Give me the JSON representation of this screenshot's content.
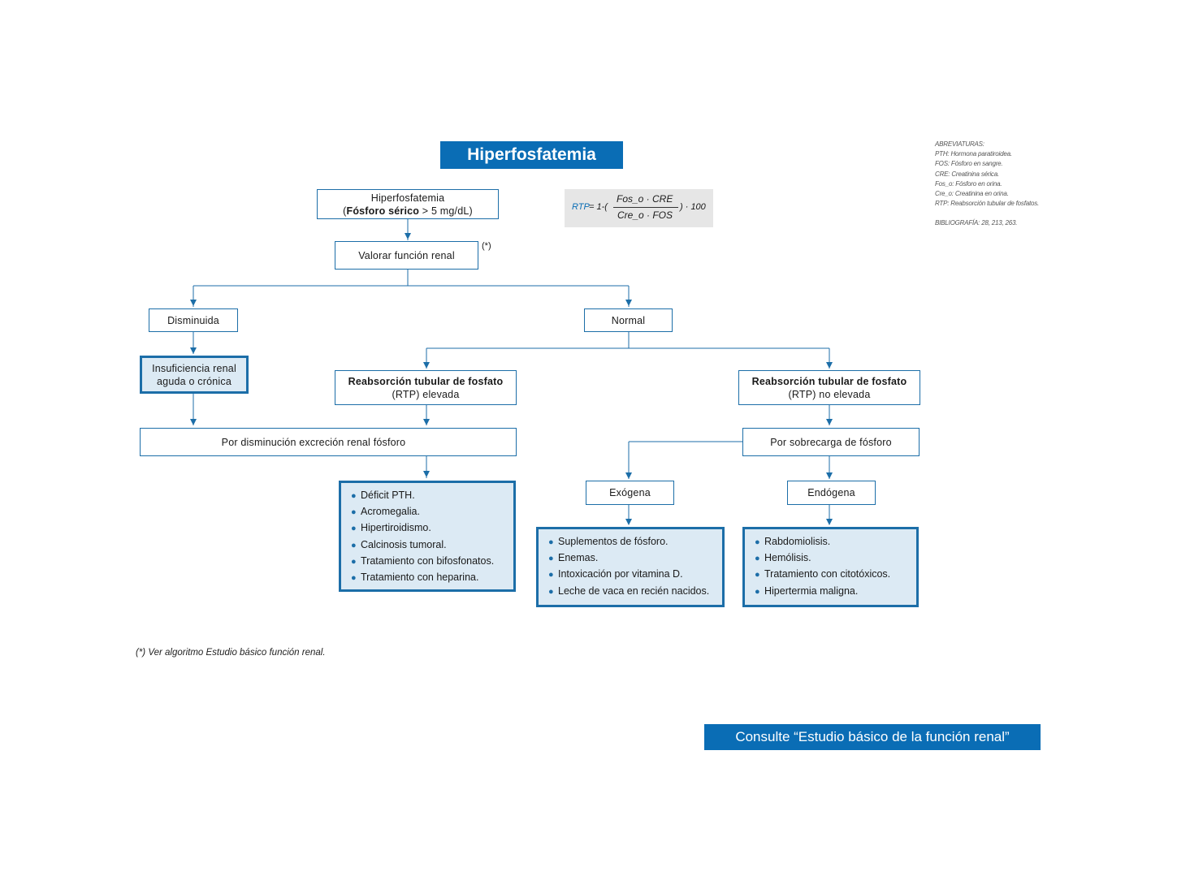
{
  "title": "Hiperfosfatemia",
  "nodes": {
    "start_line1": "Hiperfosfatemia",
    "start_bold": "Fósforo sérico",
    "start_rest": " > 5 mg/dL)",
    "start_open": "(",
    "assess": "Valorar función renal",
    "assess_note": "(*)",
    "decreased": "Disminuida",
    "normal": "Normal",
    "renal_failure_line1": "Insuficiencia renal",
    "renal_failure_line2": "aguda o crónica",
    "rtp_high_title": "Reabsorción tubular de fosfato",
    "rtp_high_sub": "(RTP) elevada",
    "rtp_not_high_title": "Reabsorción tubular de fosfato",
    "rtp_not_high_sub": "(RTP) no elevada",
    "decreased_excretion": "Por disminución excreción renal fósforo",
    "overload": "Por sobrecarga de fósforo",
    "exogenous": "Exógena",
    "endogenous": "Endógena"
  },
  "lists": {
    "decreased_excretion_causes": [
      "Déficit PTH.",
      "Acromegalia.",
      "Hipertiroidismo.",
      "Calcinosis tumoral.",
      "Tratamiento con bifosfonatos.",
      "Tratamiento con heparina."
    ],
    "exogenous_causes": [
      "Suplementos de fósforo.",
      "Enemas.",
      "Intoxicación por vitamina D.",
      "Leche de vaca en recién nacidos."
    ],
    "endogenous_causes": [
      "Rabdomiolisis.",
      "Hemólisis.",
      "Tratamiento con citotóxicos.",
      "Hipertermia maligna."
    ]
  },
  "formula": {
    "lhs": "RTP",
    "eq": "= 1-(",
    "numerator": "Fos_o · CRE",
    "denominator": "Cre_o · FOS",
    "tail": ") · 100"
  },
  "abbreviations": {
    "heading": "ABREVIATURAS:",
    "items": [
      "PTH: Hormona paratiroidea.",
      "FOS: Fósforo en sangre.",
      "CRE: Creatinina sérica.",
      "Fos_o: Fósforo en orina.",
      "Cre_o: Creatinina en orina.",
      "RTP: Reabsorción tubular de fosfatos."
    ],
    "bibliography": "BIBLIOGRAFÍA: 28, 213, 263."
  },
  "footnote": "(*) Ver algoritmo Estudio básico función renal.",
  "consult": "Consulte “Estudio básico de la función renal”",
  "colors": {
    "accent": "#0a6db5",
    "box_border": "#1c6ea8",
    "box_fill": "#dceaf4",
    "formula_bg": "#e6e6e6"
  }
}
